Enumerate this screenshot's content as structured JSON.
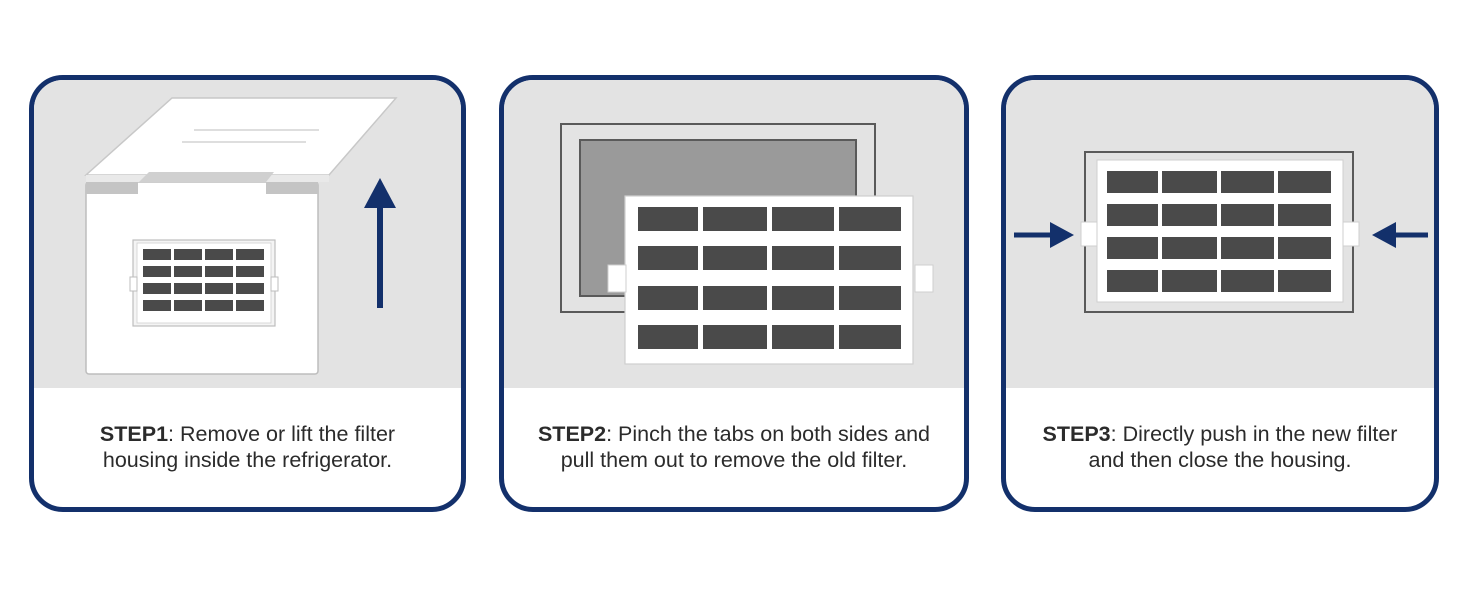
{
  "steps": [
    {
      "label": "STEP1",
      "text_line1": ": Remove or lift the filter",
      "text_line2": "housing inside the refrigerator."
    },
    {
      "label": "STEP2",
      "text_line1": ":  Pinch the tabs on both sides and",
      "text_line2": "pull them out to remove the old filter."
    },
    {
      "label": "STEP3",
      "text_line1": ":  Directly push in the new filter",
      "text_line2": "and then close the housing."
    }
  ],
  "colors": {
    "border": "#13306b",
    "arrow": "#13306b",
    "panel": "#e3e3e3",
    "grille": "#4a4a4a",
    "text": "#2b2b2b"
  },
  "icons": [
    "up-arrow-icon",
    "right-arrow-icon",
    "left-arrow-icon"
  ]
}
